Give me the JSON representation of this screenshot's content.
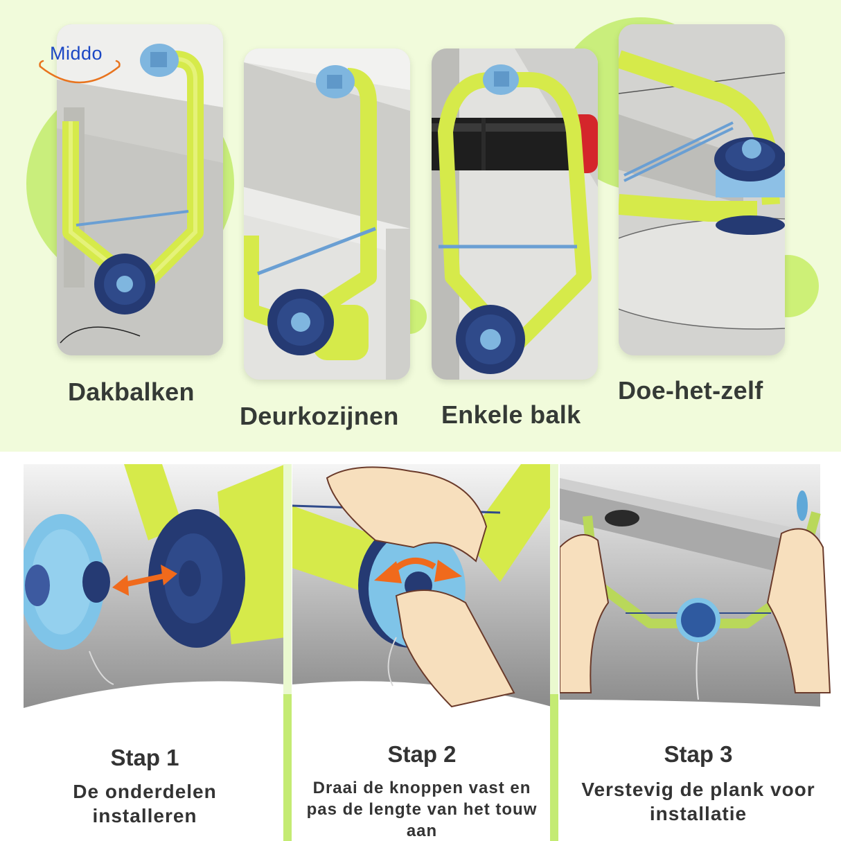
{
  "brand": {
    "logo_text": "Middo",
    "logo_color": "#1b47c4",
    "smile_color": "#e8741e"
  },
  "colors": {
    "top_background": "#f1fbdb",
    "accent_green": "#c9ee7c",
    "divider_light": "#eaf9cf",
    "divider_dark": "#c4eb73",
    "product_yellow_green": "#d6ea4a",
    "knob_navy": "#253a73",
    "knob_light_blue": "#7fb6df",
    "arrow_orange": "#f06a1c",
    "text_dark": "#353a36"
  },
  "usage_cards": [
    {
      "label": "Dakbalken",
      "image": "frame mounted on roof beams"
    },
    {
      "label": "Deurkozijnen",
      "image": "frame mounted on door frame"
    },
    {
      "label": "Enkele balk",
      "image": "frame mounted on single bar"
    },
    {
      "label": "Doe-het-zelf",
      "image": "frame used for DIY"
    }
  ],
  "steps": [
    {
      "title": "Stap 1",
      "description_lines": [
        "De onderdelen",
        "installeren"
      ],
      "image": "knob being attached to frame with orange double arrow"
    },
    {
      "title": "Stap 2",
      "description_lines": [
        "Draai de knoppen vast en",
        "pas de lengte van het touw",
        "aan"
      ],
      "image": "hands turning knob with orange rotation arrows"
    },
    {
      "title": "Stap 3",
      "description_lines": [
        "Verstevig de plank voor",
        "installatie"
      ],
      "image": "hands pressing frame against ceiling beam"
    }
  ]
}
